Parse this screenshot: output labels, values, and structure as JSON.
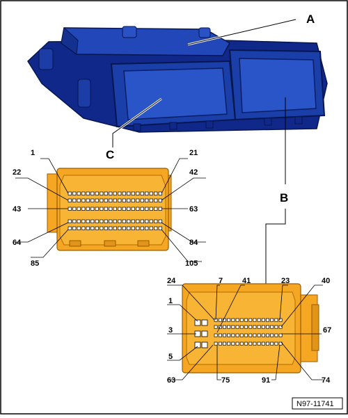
{
  "callouts": {
    "a": "A",
    "b": "B",
    "c": "C"
  },
  "connector_c": {
    "pins": [
      "1",
      "21",
      "22",
      "42",
      "43",
      "63",
      "64",
      "84",
      "85",
      "105"
    ]
  },
  "connector_b": {
    "pins": [
      "24",
      "7",
      "41",
      "23",
      "40",
      "1",
      "3",
      "67",
      "5",
      "63",
      "75",
      "91",
      "74"
    ]
  },
  "reference": "N97-11741",
  "colors": {
    "housing_blue": "#1a3fa8",
    "housing_dark": "#0c2470",
    "connector_orange": "#f5a623",
    "connector_dark": "#c77c0a"
  }
}
